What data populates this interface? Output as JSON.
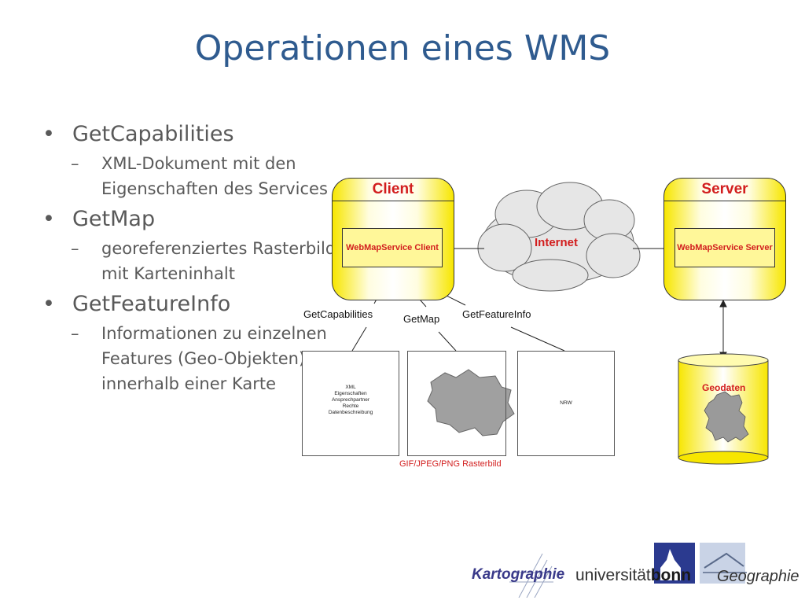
{
  "title": "Operationen eines WMS",
  "bullets": [
    {
      "label": "GetCapabilities",
      "sub": "XML-Dokument mit den Eigenschaften des Services"
    },
    {
      "label": "GetMap",
      "sub": "georeferenziertes Rasterbild mit Karteninhalt"
    },
    {
      "label": "GetFeatureInfo",
      "sub": "Informationen zu einzelnen Features (Geo-Objekten) innerhalb einer Karte"
    }
  ],
  "diagram": {
    "client_header": "Client",
    "client_inner": "WebMapService Client",
    "server_header": "Server",
    "server_inner": "WebMapService Server",
    "internet": "Internet",
    "op_getcapabilities": "GetCapabilities",
    "op_getmap": "GetMap",
    "op_getfeatureinfo": "GetFeatureInfo",
    "xml_doc_lines": "XML\nEigenschaften\nAnsprechpartner\nRechte\nDatenbeschreibung",
    "nrw_doc": "NRW",
    "raster_caption": "GIF/JPEG/PNG Rasterbild",
    "geodaten": "Geodaten"
  },
  "footer": {
    "kartographie": "Kartographie",
    "universitaet": "universität",
    "bonn": "bonn",
    "geographie": "Geographie"
  },
  "colors": {
    "title": "#2f5b8f",
    "accent_red": "#d21e1e",
    "yellow": "#f7e600"
  }
}
